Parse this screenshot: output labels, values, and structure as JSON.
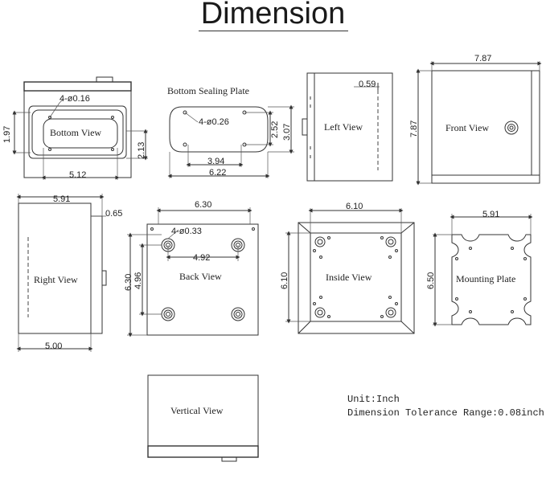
{
  "title": "Dimension",
  "views": {
    "bottom_view": "Bottom View",
    "bottom_sealing_plate": "Bottom Sealing Plate",
    "left_view": "Left View",
    "front_view": "Front View",
    "right_view": "Right View",
    "back_view": "Back View",
    "inside_view": "Inside View",
    "mounting_plate": "Mounting Plate",
    "vertical_view": "Vertical View"
  },
  "dimensions": {
    "bv_hole": "4-ø0.16",
    "bv_height": "1.97",
    "bv_depth": "2.13",
    "bv_width": "5.12",
    "bsp_hole": "4-ø0.26",
    "bsp_inner_h": "2.52",
    "bsp_outer_h": "3.07",
    "bsp_inner_w": "3.94",
    "bsp_outer_w": "6.22",
    "lv_offset": "0.59",
    "fv_width": "7.87",
    "fv_height": "7.87",
    "rv_width": "5.91",
    "rv_offset": "0.65",
    "rv_depth": "5.00",
    "back_width": "6.30",
    "back_hole": "4-ø0.33",
    "back_hole_w": "4.92",
    "back_height": "6.30",
    "back_hole_h": "4.96",
    "iv_width": "6.10",
    "iv_height": "6.10",
    "mp_width": "5.91",
    "mp_height": "6.50"
  },
  "notes": {
    "unit": "Unit:Inch",
    "tolerance": "Dimension Tolerance Range:0.08inch"
  }
}
